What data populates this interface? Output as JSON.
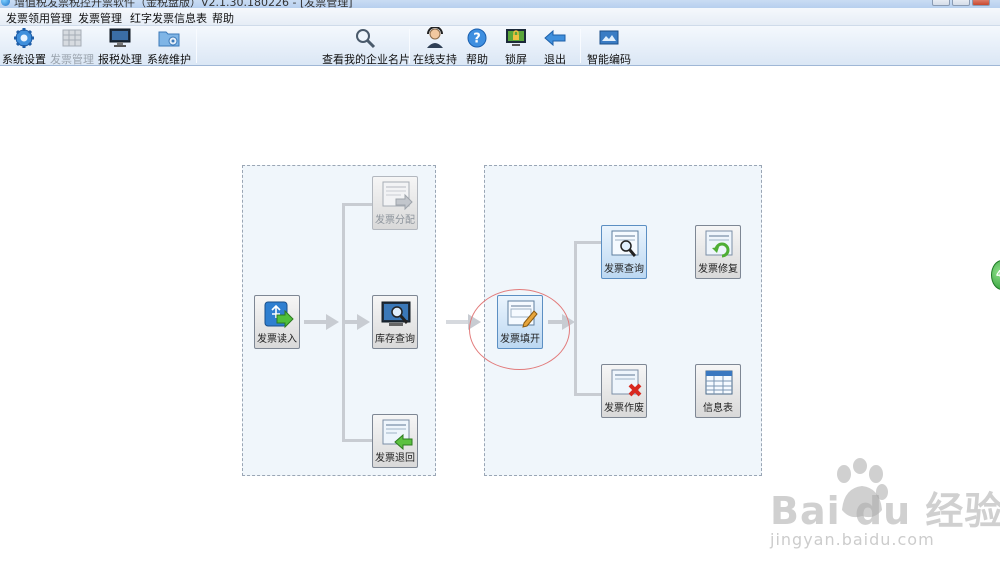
{
  "window": {
    "title": "增值税发票税控开票软件（金税盘版）V2.1.30.180226 - [发票管理]"
  },
  "menu": [
    {
      "label": "发票领用管理"
    },
    {
      "label": "发票管理"
    },
    {
      "label": "红字发票信息表"
    },
    {
      "label": "帮助"
    }
  ],
  "toolbar": {
    "system_settings": "系统设置",
    "invoice_management": "发票管理",
    "tax_filing": "报税处理",
    "system_maintenance": "系统维护",
    "company_card": "查看我的企业名片",
    "online_support": "在线支持",
    "help": "帮助",
    "lock_screen": "锁屏",
    "exit": "退出",
    "smart_coding": "智能编码"
  },
  "flow": {
    "invoice_read": "发票读入",
    "invoice_distribute": "发票分配",
    "stock_query": "库存查询",
    "invoice_return": "发票退回",
    "invoice_fill": "发票填开",
    "invoice_query": "发票查询",
    "invoice_repair": "发票修复",
    "invoice_void": "发票作废",
    "info_table": "信息表"
  },
  "watermark": {
    "logo": "Bai du 经验",
    "url": "jingyan.baidu.com"
  },
  "colors": {
    "toolbar_bg": "#dbe7f5",
    "panel_bg": "#f0f6fb",
    "active_node": "#bcd8f2",
    "highlight_ring": "#e27b7b",
    "arrow": "#c8ccd2"
  }
}
